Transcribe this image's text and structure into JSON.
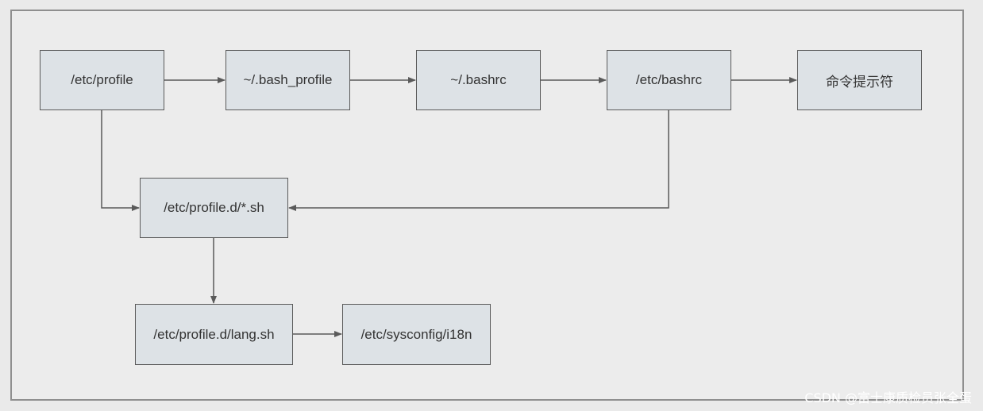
{
  "diagram": {
    "nodes": {
      "etc_profile": "/etc/profile",
      "bash_profile": "~/.bash_profile",
      "bashrc": "~/.bashrc",
      "etc_bashrc": "/etc/bashrc",
      "prompt": "命令提示符",
      "profile_d": "/etc/profile.d/*.sh",
      "lang_sh": "/etc/profile.d/lang.sh",
      "i18n": "/etc/sysconfig/i18n"
    },
    "colors": {
      "node_fill": "#dde2e6",
      "node_border": "#5a5a5a",
      "arrow": "#5a5a5a",
      "background": "#ececec"
    }
  },
  "watermark": "CSDN @富士康质检员张全蛋"
}
